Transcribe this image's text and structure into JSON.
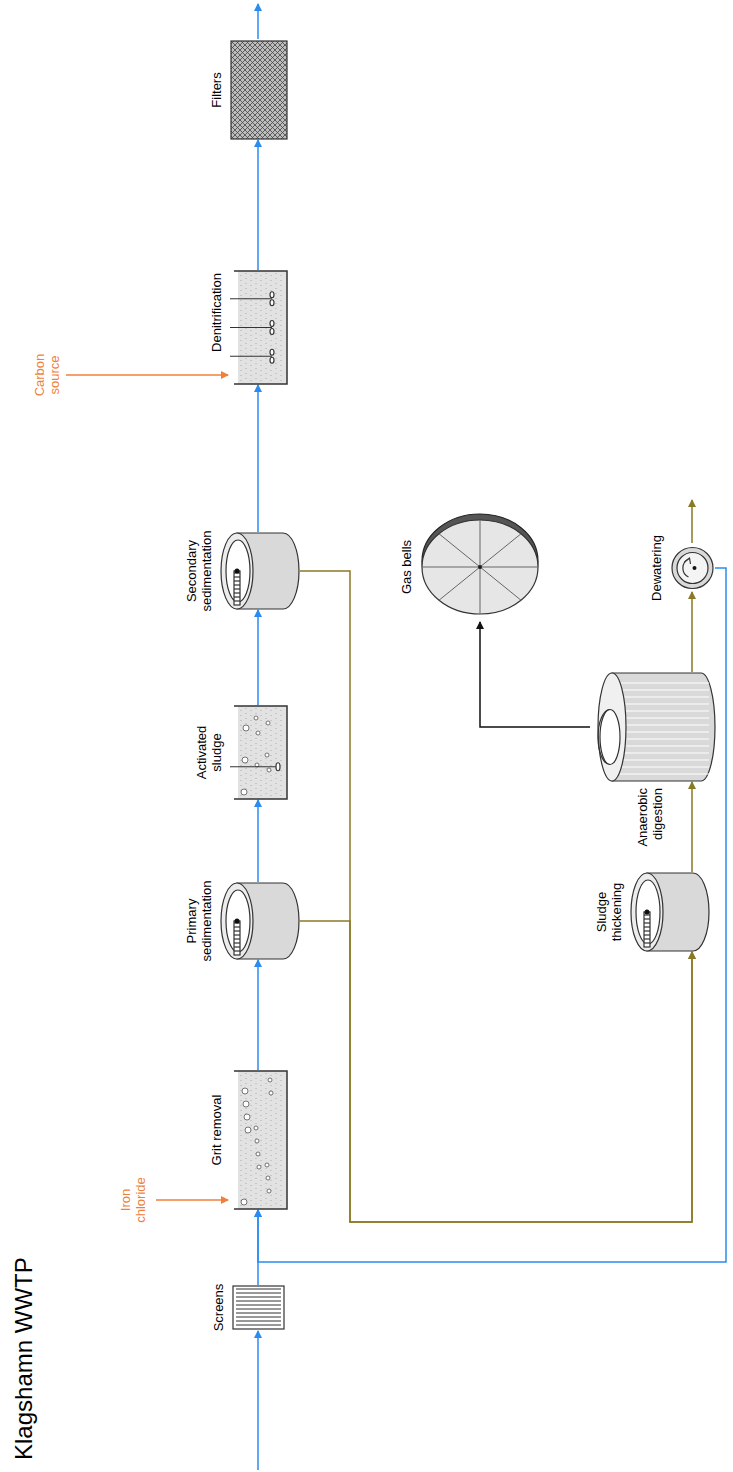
{
  "diagram": {
    "title": "Klagshamn WWTP",
    "nodes": [
      {
        "text": [
          "Screens"
        ]
      },
      {
        "text": [
          "Grit removal"
        ]
      },
      {
        "text": [
          "Primary sedimentation"
        ]
      },
      {
        "text": [
          "Activated sludge"
        ]
      },
      {
        "text": [
          "Secondary sedimentation"
        ]
      },
      {
        "text": [
          "Denitrification"
        ]
      },
      {
        "text": [
          "Filters"
        ]
      },
      {
        "text": [
          "Sludge thickening"
        ]
      },
      {
        "text": [
          "Anaerobic digestion"
        ]
      },
      {
        "text": [
          "Gas bells"
        ]
      },
      {
        "text": [
          "Dewatering"
        ]
      }
    ],
    "edges": [
      {
        "from": 0,
        "to": 1,
        "arrow": "to"
      },
      {
        "from": 1,
        "to": 2,
        "arrow": "to"
      },
      {
        "from": 2,
        "to": 3,
        "arrow": "to"
      },
      {
        "from": 3,
        "to": 4,
        "arrow": "to"
      },
      {
        "from": 4,
        "to": 5,
        "arrow": "to"
      },
      {
        "from": 5,
        "to": 6,
        "arrow": "to"
      },
      {
        "from": 2,
        "to": 7,
        "arrow": "to"
      },
      {
        "from": 4,
        "to": 7,
        "arrow": "to"
      },
      {
        "from": 7,
        "to": 8,
        "arrow": "to"
      },
      {
        "from": 8,
        "to": 10,
        "arrow": "to"
      },
      {
        "from": 8,
        "to": 9,
        "arrow": "to"
      },
      {
        "from": 10,
        "to": 1,
        "arrow": "to"
      }
    ],
    "labels": [
      "Iron chloride",
      "Carbon source"
    ]
  }
}
